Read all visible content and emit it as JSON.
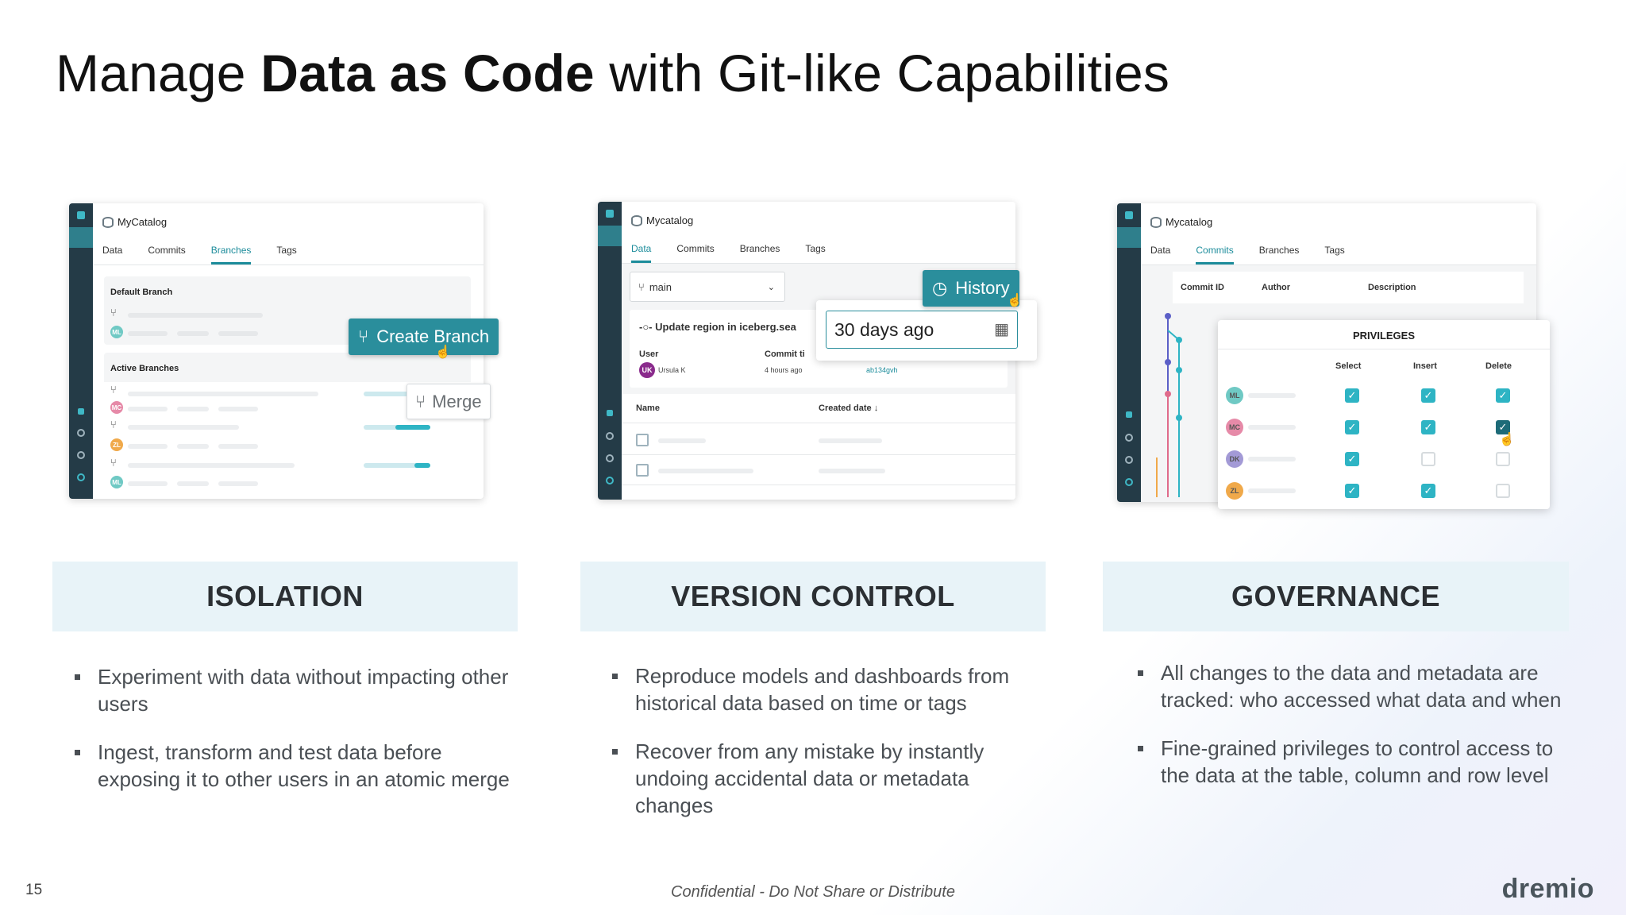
{
  "title": {
    "prefix": "Manage ",
    "bold": "Data as Code",
    "suffix": " with Git-like Capabilities"
  },
  "panel1": {
    "catalog": "MyCatalog",
    "tabs": [
      "Data",
      "Commits",
      "Branches",
      "Tags"
    ],
    "active_tab": "Branches",
    "default_branch": "Default Branch",
    "active_branches": "Active Branches",
    "create_branch": "Create Branch",
    "merge": "Merge",
    "avatars": [
      "ML",
      "MC",
      "ZL",
      "ML"
    ]
  },
  "panel2": {
    "catalog": "Mycatalog",
    "tabs": [
      "Data",
      "Commits",
      "Branches",
      "Tags"
    ],
    "active_tab": "Data",
    "branch": "main",
    "commit_msg": "Update region in iceberg.sea",
    "user_label": "User",
    "commit_time_label": "Commit ti",
    "user_initials": "UK",
    "user_name": "Ursula K",
    "time_ago": "4 hours ago",
    "hash": "ab134gvh",
    "history": "History",
    "date_value": "30 days ago",
    "col_name": "Name",
    "col_created": "Created date"
  },
  "panel3": {
    "catalog": "Mycatalog",
    "tabs": [
      "Data",
      "Commits",
      "Branches",
      "Tags"
    ],
    "active_tab": "Commits",
    "cols": [
      "Commit ID",
      "Author",
      "Description"
    ],
    "privileges": "PRIVILEGES",
    "priv_cols": [
      "Select",
      "Insert",
      "Delete"
    ],
    "rows": [
      {
        "initials": "ML",
        "color": "#6fc9c4",
        "select": true,
        "insert": true,
        "delete": true
      },
      {
        "initials": "MC",
        "color": "#e68aa8",
        "select": true,
        "insert": true,
        "delete": true
      },
      {
        "initials": "DK",
        "color": "#a39ad6",
        "select": true,
        "insert": false,
        "delete": false
      },
      {
        "initials": "ZL",
        "color": "#f0a94a",
        "select": true,
        "insert": true,
        "delete": false
      }
    ]
  },
  "sections": [
    {
      "heading": "ISOLATION",
      "bullets": [
        "Experiment with data without impacting other users",
        "Ingest, transform and test data before exposing it to other users in an atomic merge"
      ]
    },
    {
      "heading": "VERSION CONTROL",
      "bullets": [
        "Reproduce models and dashboards from historical data based on time or tags",
        "Recover from any mistake by instantly undoing accidental data or metadata changes"
      ]
    },
    {
      "heading": "GOVERNANCE",
      "bullets": [
        "All changes to the data and metadata are tracked: who accessed what data and when",
        "Fine-grained privileges to control access to the data at the table, column and row level"
      ]
    }
  ],
  "footer": {
    "page": "15",
    "confidential": "Confidential - Do Not Share or Distribute",
    "logo": "dremio"
  },
  "colors": {
    "teal": "#2a8e9c",
    "rail": "#243b47",
    "section_bg": "#e8f3f8"
  }
}
